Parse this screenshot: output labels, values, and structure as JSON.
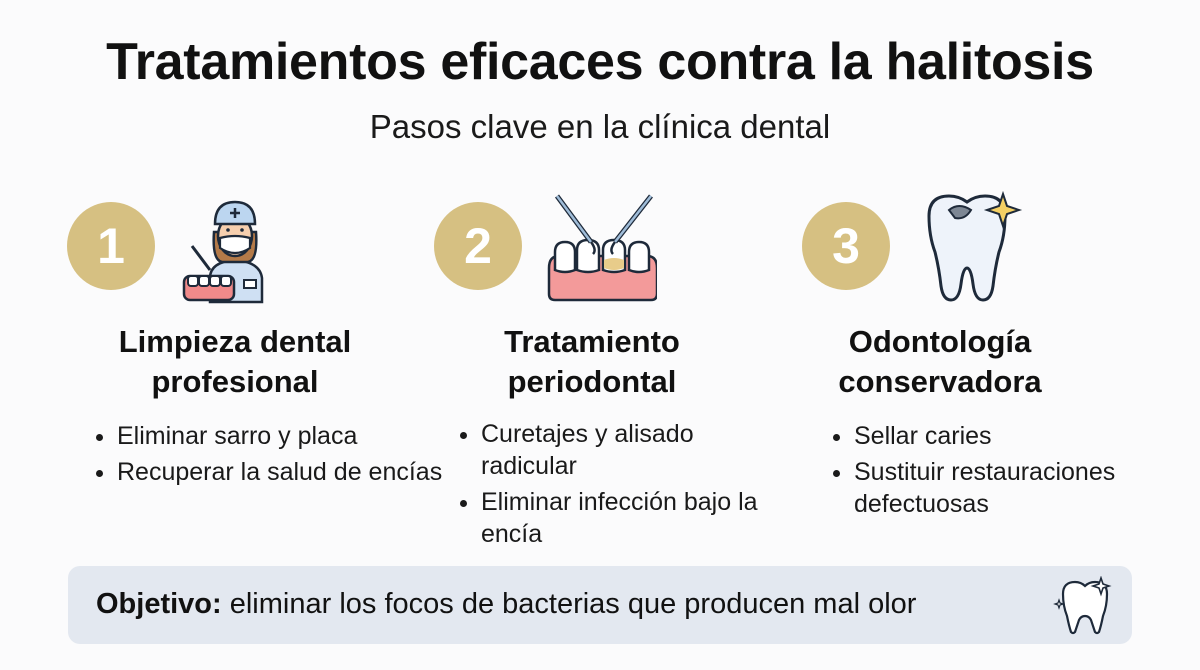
{
  "title": "Tratamientos eficaces contra la halitosis",
  "subtitle": "Pasos clave en la clínica dental",
  "steps": [
    {
      "number": "1",
      "heading_line1": "Limpieza dental",
      "heading_line2": "profesional",
      "icon": "dentist-icon",
      "bullets": [
        "Eliminar sarro y placa",
        "Recuperar la salud de encías"
      ]
    },
    {
      "number": "2",
      "heading_line1": "Tratamiento",
      "heading_line2": "periodontal",
      "icon": "periodontal-tools-icon",
      "bullets": [
        "Curetajes y alisado radicular",
        "Eliminar infección bajo la encía"
      ]
    },
    {
      "number": "3",
      "heading_line1": "Odontología",
      "heading_line2": "conservadora",
      "icon": "sparkling-tooth-icon",
      "bullets": [
        "Sellar caries",
        "Sustituir restauraciones defectuosas"
      ]
    }
  ],
  "goal": {
    "label": "Objetivo:",
    "text": " eliminar los focos de bacterias que producen mal olor",
    "icon": "clean-tooth-icon"
  },
  "colors": {
    "number_circle": "#d6c082",
    "goal_background": "#e3e8f0"
  }
}
